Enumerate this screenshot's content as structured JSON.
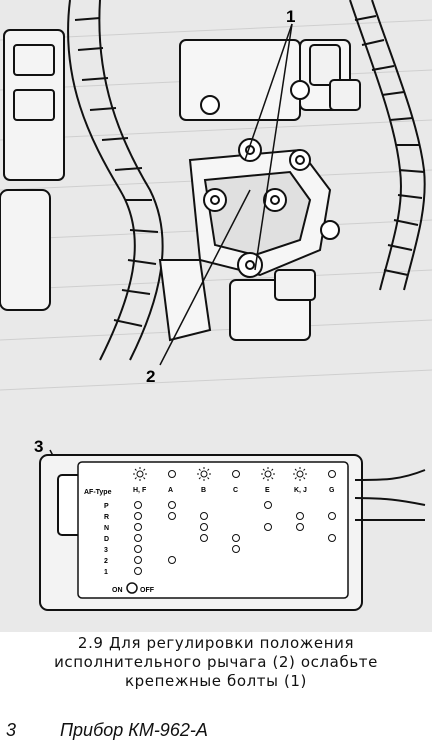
{
  "figure": {
    "callouts": [
      "1",
      "2",
      "3"
    ],
    "device_panel": {
      "row_header": "AF-Type",
      "columns": [
        "H, F",
        "A",
        "B",
        "C",
        "E",
        "K, J",
        "G"
      ],
      "lamp_icons": [
        "lamp-icon",
        "lamp-icon",
        "lamp-icon",
        "lamp-icon"
      ],
      "row_labels": [
        "P",
        "R",
        "N",
        "D",
        "3",
        "2",
        "1"
      ],
      "switch_on": "ON",
      "switch_off": "OFF"
    }
  },
  "caption": {
    "line1": "2.9 Для регулировки положения",
    "line2": "исполнительного рычага (2) ослабьте",
    "line3": "крепежные болты (1)"
  },
  "footer": {
    "page_number": "3",
    "title": "Прибор КМ-962-А"
  }
}
